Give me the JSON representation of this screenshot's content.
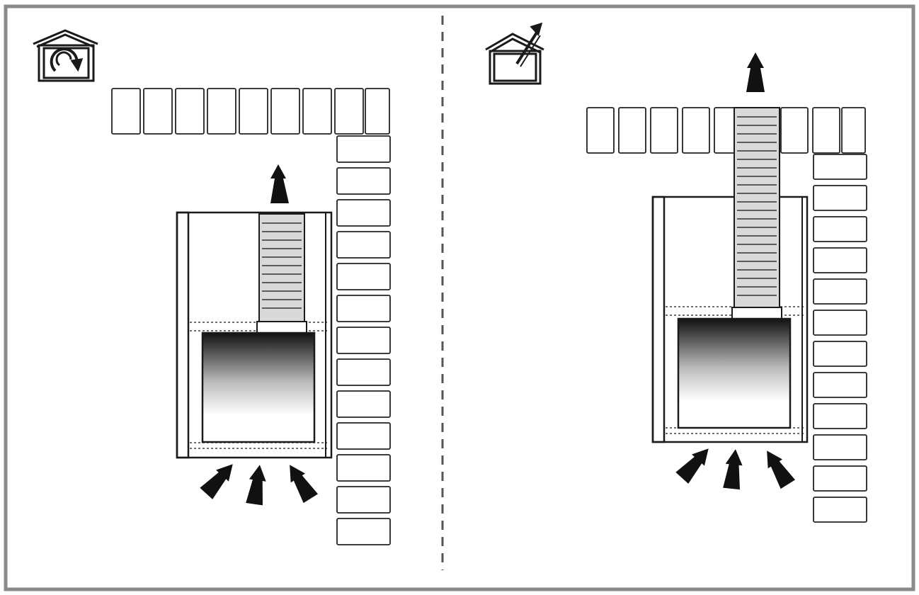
{
  "panels": [
    {
      "id": "recirculation",
      "icon": "house-recirculation-icon",
      "airflow": "indoor-air-recirculated"
    },
    {
      "id": "exhaust",
      "icon": "house-exhaust-duct-icon",
      "airflow": "air-vented-outside-through-duct"
    }
  ],
  "colors": {
    "frame": "#8a8a8a",
    "line": "#1a1a1a",
    "divider": "#555555",
    "duct_fill": "#d9d9d9",
    "arrow": "#111111"
  }
}
